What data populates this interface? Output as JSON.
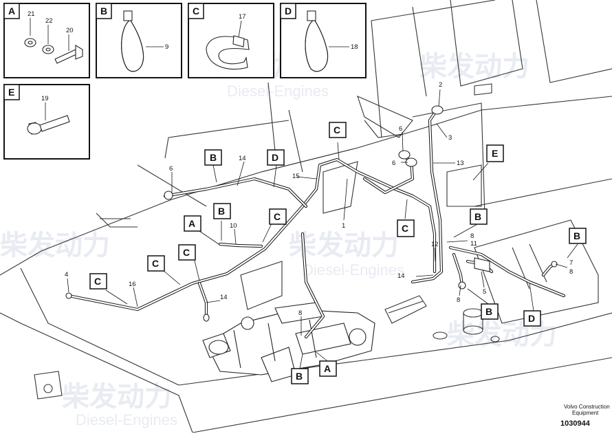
{
  "watermark": {
    "cn": "柴发动力",
    "en": "Diesel-Engines"
  },
  "detail_panels": [
    {
      "letter": "A",
      "callouts": [
        "21",
        "22",
        "20"
      ]
    },
    {
      "letter": "B",
      "callouts": [
        "9"
      ]
    },
    {
      "letter": "C",
      "callouts": [
        "17"
      ]
    },
    {
      "letter": "D",
      "callouts": [
        "18"
      ]
    },
    {
      "letter": "E",
      "callouts": [
        "19"
      ]
    }
  ],
  "main_tags": {
    "B_top": "B",
    "D_top": "D",
    "C_top": "C",
    "E_right": "E",
    "B_mid": "B",
    "A_mid": "A",
    "C_mid": "C",
    "C_right": "C",
    "C_left1": "C",
    "C_left2": "C",
    "C_left3": "C",
    "B_r1": "B",
    "B_r2": "B",
    "B_r3": "B",
    "D_r": "D",
    "B_bot": "B",
    "A_bot": "A"
  },
  "callouts": {
    "n2": "2",
    "n3": "3",
    "n6a": "6",
    "n6b": "6",
    "n13": "13",
    "n14a": "14",
    "n15": "15",
    "n6c": "6",
    "n1": "1",
    "n10": "10",
    "n4": "4",
    "n16": "16",
    "n14b": "14",
    "n8a": "8",
    "n12": "12",
    "n8b": "8",
    "n11": "11",
    "n14c": "14",
    "n8c": "8",
    "n5": "5",
    "n7": "7",
    "n8d": "8"
  },
  "footer": {
    "company": "Volvo Construction",
    "division": "Equipment",
    "doc_number": "1030944"
  }
}
